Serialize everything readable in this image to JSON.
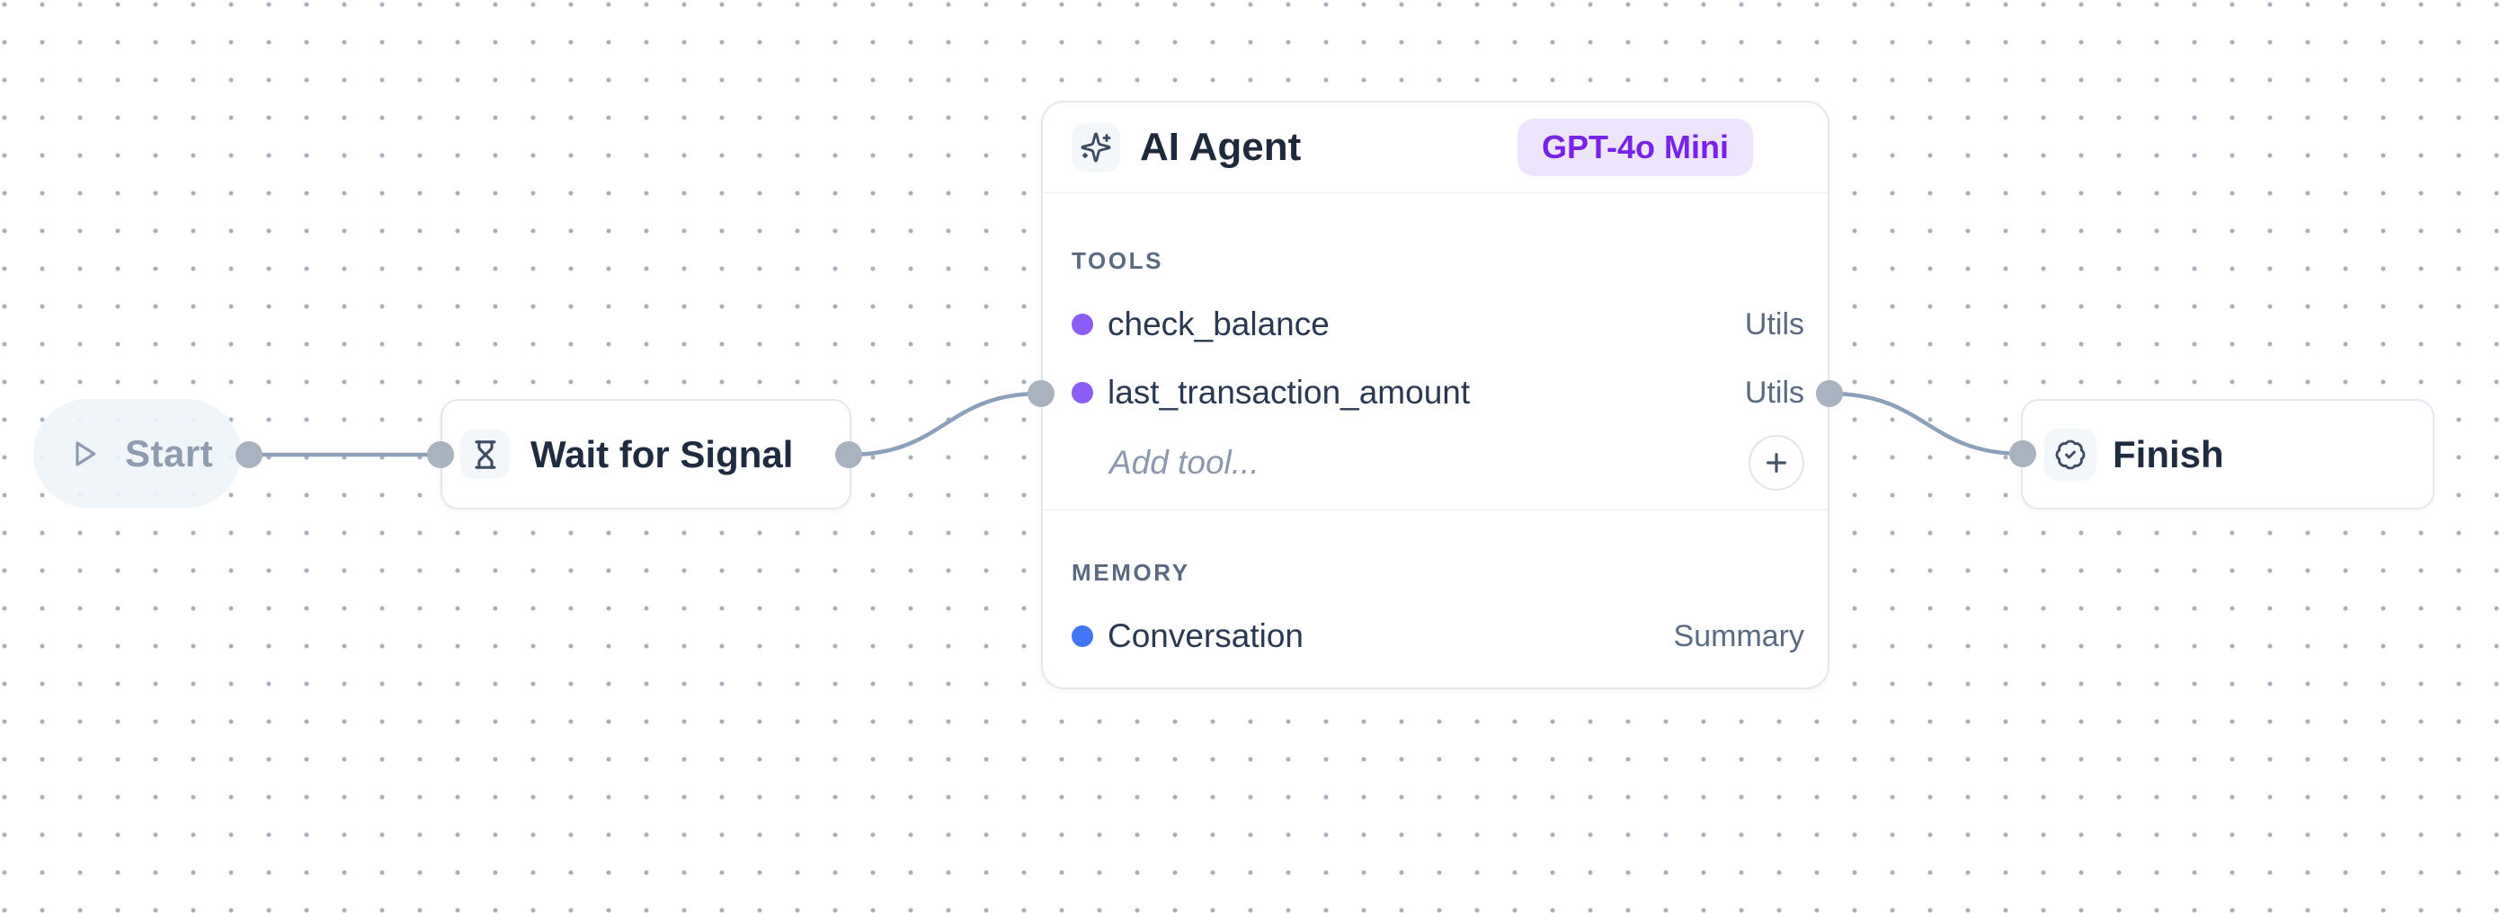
{
  "nodes": {
    "start": {
      "label": "Start"
    },
    "wait": {
      "label": "Wait for Signal"
    },
    "agent": {
      "title": "AI Agent",
      "model_badge": "GPT-4o Mini",
      "tools_header": "TOOLS",
      "tools": [
        {
          "name": "check_balance",
          "tag": "Utils"
        },
        {
          "name": "last_transaction_amount",
          "tag": "Utils"
        }
      ],
      "add_tool_placeholder": "Add tool...",
      "memory_header": "MEMORY",
      "memory": [
        {
          "name": "Conversation",
          "tag": "Summary"
        }
      ]
    },
    "finish": {
      "label": "Finish"
    }
  },
  "colors": {
    "edge": "#8da0bb",
    "connector_handle": "#a9b2bf",
    "tool_dot": "#8b5cf6",
    "memory_dot": "#4076f5",
    "badge_bg": "#ece5fb",
    "badge_text": "#7723e8",
    "node_border": "#e2e8f0",
    "title_text": "#1e293b",
    "muted_text": "#5a6a81"
  }
}
